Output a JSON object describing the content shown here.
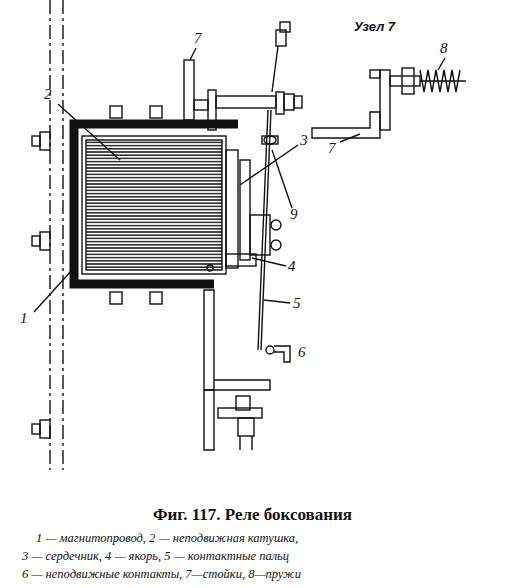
{
  "diagram": {
    "caption": "Фиг. 117. Реле боксования",
    "labels": [
      "2",
      "7",
      "3",
      "9",
      "1",
      "4",
      "5",
      "6",
      "Узел 7",
      "8",
      "7",
      "1 — магнитопровод, 2 — неподвижная катушка,",
      "3 — сердечник, 4 — якорь, 5 — контактные пальц",
      "6 — неподвижные контакты, 7—стойки, 8—пружи"
    ]
  }
}
